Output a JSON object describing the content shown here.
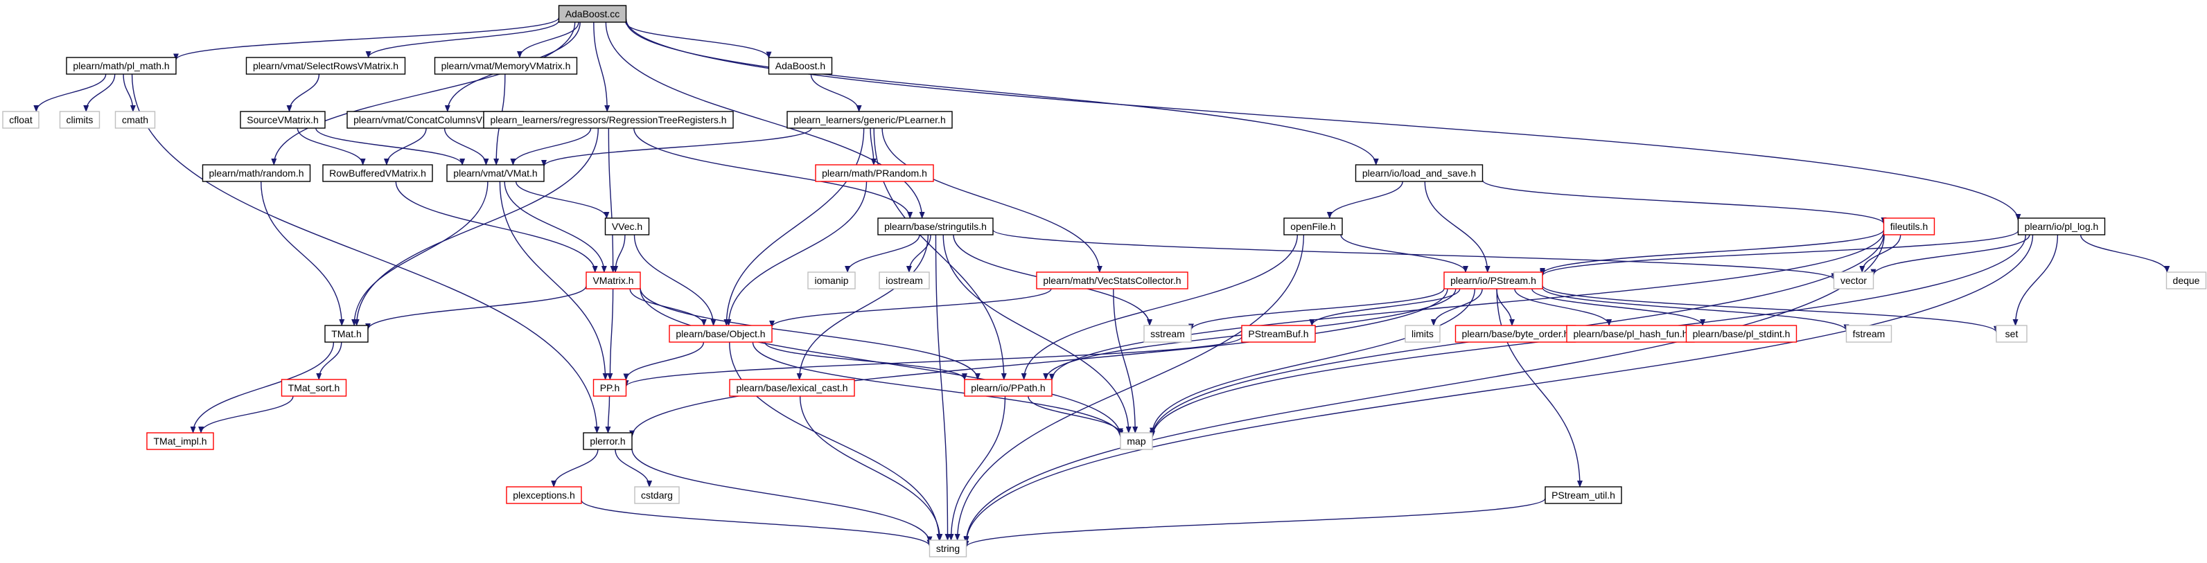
{
  "colors": {
    "edge": "#191970",
    "border_normal": "#000000",
    "border_truncated": "#ff0000",
    "border_external": "#bfbfbf",
    "fill_normal": "#ffffff",
    "fill_root": "#bfbfbf",
    "text": "#000000"
  },
  "nodes": [
    {
      "id": "n_adaboost_cc",
      "label": "AdaBoost.cc",
      "kind": "root"
    },
    {
      "id": "n_pl_math",
      "label": "plearn/math/pl_math.h",
      "kind": "normal"
    },
    {
      "id": "n_selectrows",
      "label": "plearn/vmat/SelectRowsVMatrix.h",
      "kind": "normal"
    },
    {
      "id": "n_memoryvm",
      "label": "plearn/vmat/MemoryVMatrix.h",
      "kind": "normal"
    },
    {
      "id": "n_adaboost_h",
      "label": "AdaBoost.h",
      "kind": "normal"
    },
    {
      "id": "n_cfloat",
      "label": "cfloat",
      "kind": "external"
    },
    {
      "id": "n_climits",
      "label": "climits",
      "kind": "external"
    },
    {
      "id": "n_cmath",
      "label": "cmath",
      "kind": "external"
    },
    {
      "id": "n_sourcevm",
      "label": "SourceVMatrix.h",
      "kind": "normal"
    },
    {
      "id": "n_concatcols",
      "label": "plearn/vmat/ConcatColumnsVMatrix.h",
      "kind": "normal"
    },
    {
      "id": "n_regtree",
      "label": "plearn_learners/regressors/RegressionTreeRegisters.h",
      "kind": "normal"
    },
    {
      "id": "n_plearner",
      "label": "plearn_learners/generic/PLearner.h",
      "kind": "normal"
    },
    {
      "id": "n_random",
      "label": "plearn/math/random.h",
      "kind": "normal"
    },
    {
      "id": "n_rowbuf",
      "label": "RowBufferedVMatrix.h",
      "kind": "normal"
    },
    {
      "id": "n_vmat",
      "label": "plearn/vmat/VMat.h",
      "kind": "normal"
    },
    {
      "id": "n_prandom",
      "label": "plearn/math/PRandom.h",
      "kind": "truncated"
    },
    {
      "id": "n_load_save",
      "label": "plearn/io/load_and_save.h",
      "kind": "normal"
    },
    {
      "id": "n_pl_log",
      "label": "plearn/io/pl_log.h",
      "kind": "normal"
    },
    {
      "id": "n_vvec",
      "label": "VVec.h",
      "kind": "normal"
    },
    {
      "id": "n_stringutils",
      "label": "plearn/base/stringutils.h",
      "kind": "normal"
    },
    {
      "id": "n_openfile",
      "label": "openFile.h",
      "kind": "normal"
    },
    {
      "id": "n_fileutils",
      "label": "fileutils.h",
      "kind": "truncated"
    },
    {
      "id": "n_iomanip",
      "label": "iomanip",
      "kind": "external"
    },
    {
      "id": "n_iostream",
      "label": "iostream",
      "kind": "external"
    },
    {
      "id": "n_vecstats",
      "label": "plearn/math/VecStatsCollector.h",
      "kind": "truncated"
    },
    {
      "id": "n_vmatrix",
      "label": "VMatrix.h",
      "kind": "truncated"
    },
    {
      "id": "n_pstream",
      "label": "plearn/io/PStream.h",
      "kind": "truncated"
    },
    {
      "id": "n_vector",
      "label": "vector",
      "kind": "external"
    },
    {
      "id": "n_deque",
      "label": "deque",
      "kind": "external"
    },
    {
      "id": "n_tmat",
      "label": "TMat.h",
      "kind": "normal"
    },
    {
      "id": "n_object",
      "label": "plearn/base/Object.h",
      "kind": "truncated"
    },
    {
      "id": "n_sstream",
      "label": "sstream",
      "kind": "external"
    },
    {
      "id": "n_pstreambuf",
      "label": "PStreamBuf.h",
      "kind": "truncated"
    },
    {
      "id": "n_limits",
      "label": "limits",
      "kind": "external"
    },
    {
      "id": "n_byte_order",
      "label": "plearn/base/byte_order.h",
      "kind": "truncated"
    },
    {
      "id": "n_hash_fun",
      "label": "plearn/base/pl_hash_fun.h",
      "kind": "truncated"
    },
    {
      "id": "n_stdint",
      "label": "plearn/base/pl_stdint.h",
      "kind": "truncated"
    },
    {
      "id": "n_fstream",
      "label": "fstream",
      "kind": "external"
    },
    {
      "id": "n_set",
      "label": "set",
      "kind": "external"
    },
    {
      "id": "n_tmat_sort",
      "label": "TMat_sort.h",
      "kind": "truncated"
    },
    {
      "id": "n_pp",
      "label": "PP.h",
      "kind": "truncated"
    },
    {
      "id": "n_lexical_cast",
      "label": "plearn/base/lexical_cast.h",
      "kind": "truncated"
    },
    {
      "id": "n_ppath",
      "label": "plearn/io/PPath.h",
      "kind": "truncated"
    },
    {
      "id": "n_tmat_impl",
      "label": "TMat_impl.h",
      "kind": "truncated"
    },
    {
      "id": "n_perror",
      "label": "plerror.h",
      "kind": "normal"
    },
    {
      "id": "n_map",
      "label": "map",
      "kind": "external"
    },
    {
      "id": "n_plexceptions",
      "label": "plexceptions.h",
      "kind": "truncated"
    },
    {
      "id": "n_cstdarg",
      "label": "cstdarg",
      "kind": "external"
    },
    {
      "id": "n_pstream_util",
      "label": "PStream_util.h",
      "kind": "normal"
    },
    {
      "id": "n_string",
      "label": "string",
      "kind": "external"
    }
  ],
  "edges": [
    [
      "n_adaboost_cc",
      "n_pl_math"
    ],
    [
      "n_adaboost_cc",
      "n_selectrows"
    ],
    [
      "n_adaboost_cc",
      "n_memoryvm"
    ],
    [
      "n_adaboost_cc",
      "n_adaboost_h"
    ],
    [
      "n_adaboost_cc",
      "n_concatcols"
    ],
    [
      "n_adaboost_cc",
      "n_regtree"
    ],
    [
      "n_adaboost_cc",
      "n_random"
    ],
    [
      "n_adaboost_cc",
      "n_stringutils"
    ],
    [
      "n_adaboost_cc",
      "n_load_save"
    ],
    [
      "n_adaboost_cc",
      "n_pl_log"
    ],
    [
      "n_pl_math",
      "n_cfloat"
    ],
    [
      "n_pl_math",
      "n_climits"
    ],
    [
      "n_pl_math",
      "n_cmath"
    ],
    [
      "n_pl_math",
      "n_perror"
    ],
    [
      "n_selectrows",
      "n_sourcevm"
    ],
    [
      "n_memoryvm",
      "n_vmat"
    ],
    [
      "n_adaboost_h",
      "n_plearner"
    ],
    [
      "n_sourcevm",
      "n_rowbuf"
    ],
    [
      "n_sourcevm",
      "n_vmat"
    ],
    [
      "n_concatcols",
      "n_rowbuf"
    ],
    [
      "n_concatcols",
      "n_vmat"
    ],
    [
      "n_regtree",
      "n_vmat"
    ],
    [
      "n_regtree",
      "n_tmat"
    ],
    [
      "n_regtree",
      "n_vmatrix"
    ],
    [
      "n_regtree",
      "n_stringutils"
    ],
    [
      "n_plearner",
      "n_vmat"
    ],
    [
      "n_plearner",
      "n_prandom"
    ],
    [
      "n_plearner",
      "n_vecstats"
    ],
    [
      "n_plearner",
      "n_object"
    ],
    [
      "n_plearner",
      "n_ppath"
    ],
    [
      "n_random",
      "n_tmat"
    ],
    [
      "n_rowbuf",
      "n_vmatrix"
    ],
    [
      "n_vmat",
      "n_vvec"
    ],
    [
      "n_vmat",
      "n_vmatrix"
    ],
    [
      "n_vmat",
      "n_tmat"
    ],
    [
      "n_vmat",
      "n_pp"
    ],
    [
      "n_prandom",
      "n_object"
    ],
    [
      "n_load_save",
      "n_openfile"
    ],
    [
      "n_load_save",
      "n_fileutils"
    ],
    [
      "n_load_save",
      "n_pstream"
    ],
    [
      "n_pl_log",
      "n_pstream"
    ],
    [
      "n_pl_log",
      "n_vector"
    ],
    [
      "n_pl_log",
      "n_deque"
    ],
    [
      "n_pl_log",
      "n_set"
    ],
    [
      "n_pl_log",
      "n_map"
    ],
    [
      "n_pl_log",
      "n_string"
    ],
    [
      "n_vvec",
      "n_vmatrix"
    ],
    [
      "n_vvec",
      "n_object"
    ],
    [
      "n_stringutils",
      "n_iomanip"
    ],
    [
      "n_stringutils",
      "n_iostream"
    ],
    [
      "n_stringutils",
      "n_vector"
    ],
    [
      "n_stringutils",
      "n_sstream"
    ],
    [
      "n_stringutils",
      "n_lexical_cast"
    ],
    [
      "n_stringutils",
      "n_map"
    ],
    [
      "n_stringutils",
      "n_string"
    ],
    [
      "n_openfile",
      "n_pstream"
    ],
    [
      "n_openfile",
      "n_ppath"
    ],
    [
      "n_openfile",
      "n_string"
    ],
    [
      "n_fileutils",
      "n_pstream"
    ],
    [
      "n_fileutils",
      "n_vector"
    ],
    [
      "n_fileutils",
      "n_ppath"
    ],
    [
      "n_fileutils",
      "n_map"
    ],
    [
      "n_fileutils",
      "n_string"
    ],
    [
      "n_vecstats",
      "n_object"
    ],
    [
      "n_vecstats",
      "n_map"
    ],
    [
      "n_vmatrix",
      "n_tmat"
    ],
    [
      "n_vmatrix",
      "n_object"
    ],
    [
      "n_vmatrix",
      "n_pp"
    ],
    [
      "n_vmatrix",
      "n_ppath"
    ],
    [
      "n_vmatrix",
      "n_map"
    ],
    [
      "n_pstream",
      "n_sstream"
    ],
    [
      "n_pstream",
      "n_pstreambuf"
    ],
    [
      "n_pstream",
      "n_limits"
    ],
    [
      "n_pstream",
      "n_byte_order"
    ],
    [
      "n_pstream",
      "n_hash_fun"
    ],
    [
      "n_pstream",
      "n_stdint"
    ],
    [
      "n_pstream",
      "n_fstream"
    ],
    [
      "n_pstream",
      "n_set"
    ],
    [
      "n_pstream",
      "n_map"
    ],
    [
      "n_pstream",
      "n_ppath"
    ],
    [
      "n_pstream",
      "n_perror"
    ],
    [
      "n_pstream",
      "n_pstream_util"
    ],
    [
      "n_tmat",
      "n_tmat_sort"
    ],
    [
      "n_tmat",
      "n_tmat_impl"
    ],
    [
      "n_object",
      "n_pp"
    ],
    [
      "n_object",
      "n_ppath"
    ],
    [
      "n_object",
      "n_map"
    ],
    [
      "n_object",
      "n_string"
    ],
    [
      "n_pstreambuf",
      "n_pp"
    ],
    [
      "n_tmat_sort",
      "n_tmat_impl"
    ],
    [
      "n_pp",
      "n_perror"
    ],
    [
      "n_lexical_cast",
      "n_string"
    ],
    [
      "n_ppath",
      "n_map"
    ],
    [
      "n_ppath",
      "n_string"
    ],
    [
      "n_perror",
      "n_plexceptions"
    ],
    [
      "n_perror",
      "n_cstdarg"
    ],
    [
      "n_perror",
      "n_string"
    ],
    [
      "n_plexceptions",
      "n_string"
    ],
    [
      "n_pstream_util",
      "n_string"
    ]
  ]
}
